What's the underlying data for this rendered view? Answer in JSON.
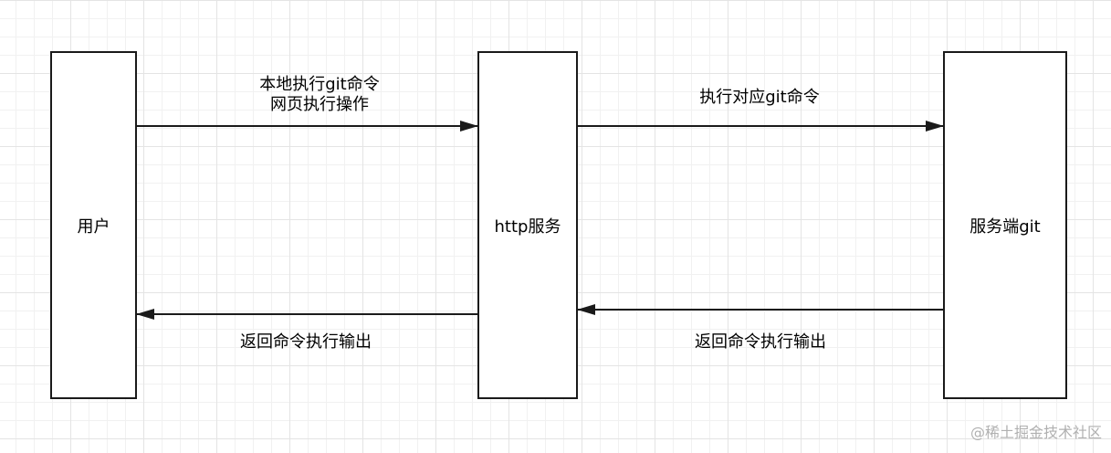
{
  "nodes": {
    "user": "用户",
    "http_service": "http服务",
    "server_git": "服务端git"
  },
  "edges": {
    "user_to_http": [
      "本地执行git命令",
      "网页执行操作"
    ],
    "http_to_server": "执行对应git命令",
    "server_to_http": "返回命令执行输出",
    "http_to_user": "返回命令执行输出"
  },
  "watermark": "@稀土掘金技术社区",
  "colors": {
    "line": "#1a1a1a",
    "grid": "#e4e4e4"
  }
}
